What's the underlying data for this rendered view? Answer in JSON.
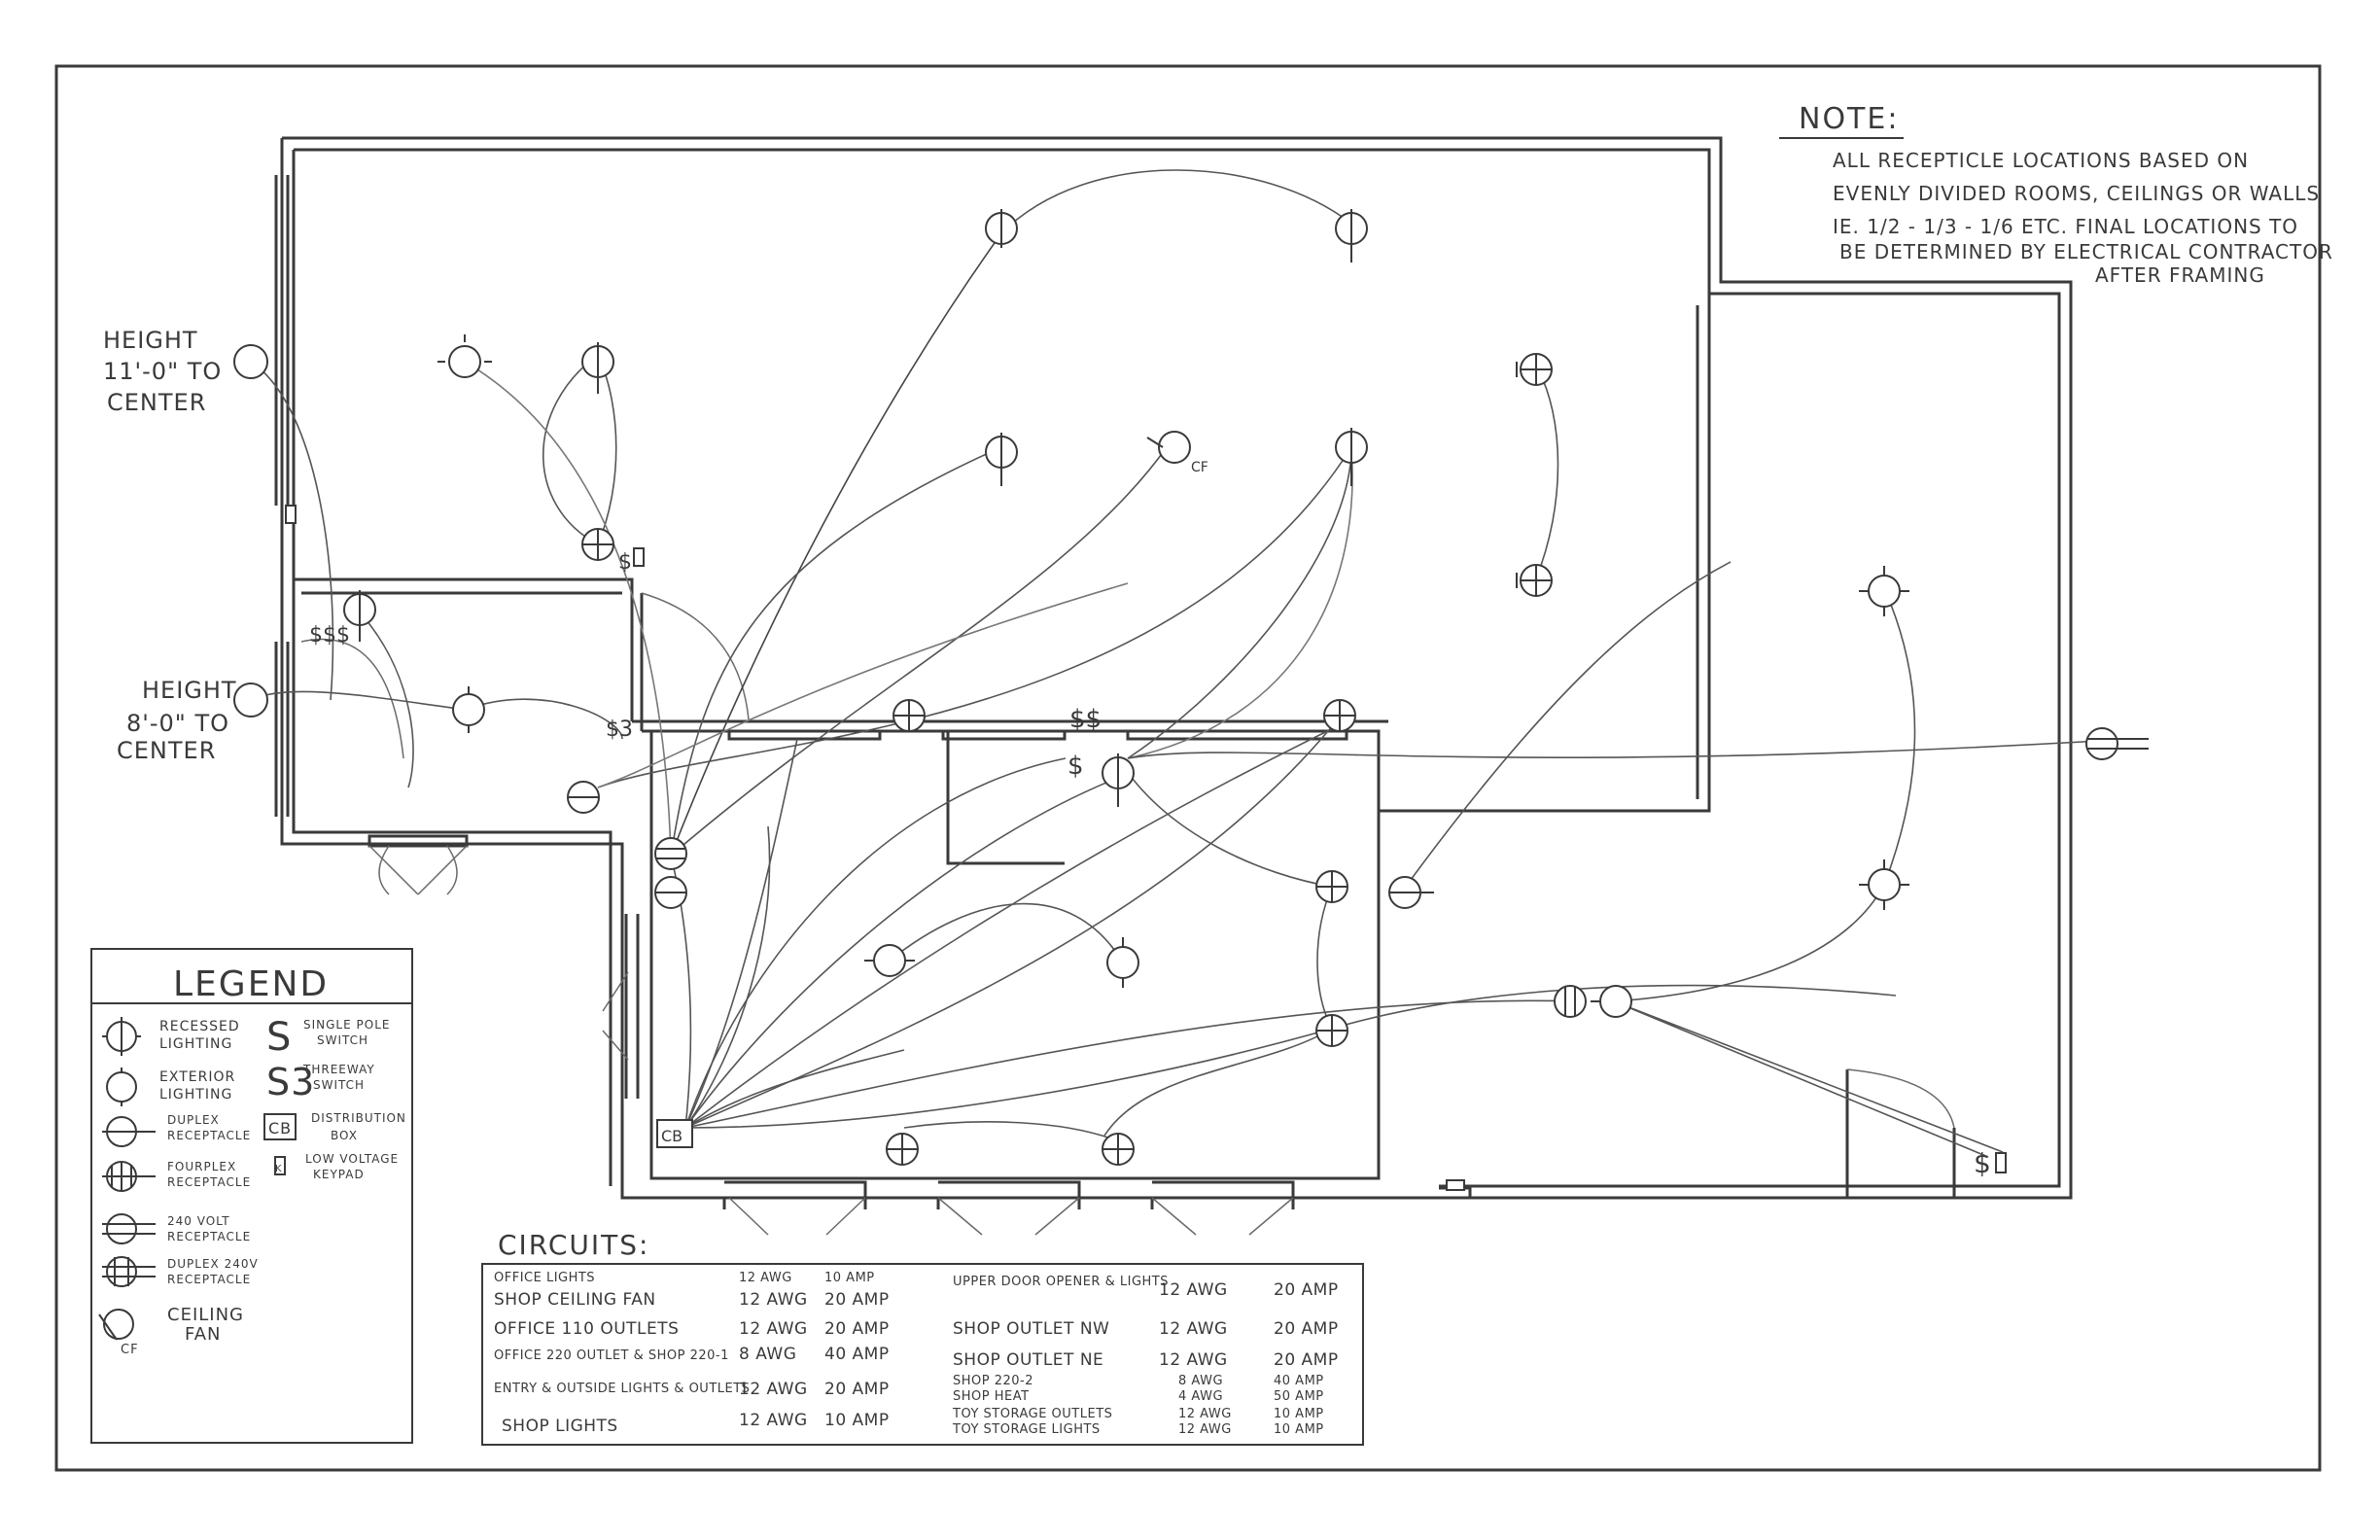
{
  "note": {
    "heading": "NOTE:",
    "lines": [
      "ALL RECEPTICLE LOCATIONS BASED ON",
      "EVENLY DIVIDED ROOMS, CEILINGS OR WALLS",
      "IE. 1/2 - 1/3 - 1/6 ETC. FINAL LOCATIONS TO",
      "BE DETERMINED BY ELECTRICAL CONTRACTOR",
      "AFTER FRAMING"
    ]
  },
  "height_labels": {
    "upper": [
      "HEIGHT",
      "11'-0\" TO",
      "CENTER"
    ],
    "lower": [
      "HEIGHT",
      "8'-0\" TO",
      "CENTER"
    ]
  },
  "plan_marks": {
    "ceiling_fan": "CF",
    "distribution_box": "CB",
    "switch_single": "$",
    "switch_double": "$$",
    "switch_triple": "$$$",
    "switch_three_way": "$3"
  },
  "legend": {
    "title": "LEGEND",
    "items": [
      {
        "icon": "recessed-lighting-icon",
        "label": [
          "RECESSED",
          "LIGHTING"
        ]
      },
      {
        "icon": "exterior-lighting-icon",
        "label": [
          "EXTERIOR",
          "LIGHTING"
        ]
      },
      {
        "icon": "duplex-receptacle-icon",
        "label": [
          "DUPLEX",
          "RECEPTACLE"
        ]
      },
      {
        "icon": "fourplex-receptacle-icon",
        "label": [
          "FOURPLEX",
          "RECEPTACLE"
        ]
      },
      {
        "icon": "240-volt-receptacle-icon",
        "label": [
          "240 VOLT",
          "RECEPTACLE"
        ]
      },
      {
        "icon": "duplex-240v-receptacle-icon",
        "label": [
          "DUPLEX 240V",
          "RECEPTACLE"
        ]
      },
      {
        "icon": "ceiling-fan-icon",
        "label": [
          "CEILING",
          "FAN"
        ]
      }
    ],
    "symbols": [
      {
        "glyph": "S",
        "label": [
          "SINGLE POLE",
          "SWITCH"
        ]
      },
      {
        "glyph": "S3",
        "label": [
          "THREEWAY",
          "SWITCH"
        ]
      },
      {
        "glyph": "CB",
        "label": [
          "DISTRIBUTION",
          "BOX"
        ]
      },
      {
        "glyph": "K",
        "label": [
          "LOW VOLTAGE",
          "KEYPAD"
        ]
      }
    ]
  },
  "circuits": {
    "title": "CIRCUITS:",
    "left": [
      {
        "name": "OFFICE LIGHTS",
        "wire": "12 AWG",
        "amp": "10 AMP"
      },
      {
        "name": "SHOP CEILING FAN",
        "wire": "12 AWG",
        "amp": "20 AMP"
      },
      {
        "name": "OFFICE 110 OUTLETS",
        "wire": "12 AWG",
        "amp": "20 AMP"
      },
      {
        "name": "OFFICE 220 OUTLET & SHOP 220-1",
        "wire": "8 AWG",
        "amp": "40 AMP"
      },
      {
        "name": "ENTRY & OUTSIDE LIGHTS & OUTLETS",
        "wire": "12 AWG",
        "amp": "20 AMP"
      },
      {
        "name": "SHOP LIGHTS",
        "wire": "12 AWG",
        "amp": "10 AMP"
      }
    ],
    "right": [
      {
        "name": "UPPER DOOR OPENER & LIGHTS",
        "wire": "12 AWG",
        "amp": "20 AMP"
      },
      {
        "name": "SHOP OUTLET NW",
        "wire": "12 AWG",
        "amp": "20 AMP"
      },
      {
        "name": "SHOP OUTLET NE",
        "wire": "12 AWG",
        "amp": "20 AMP"
      },
      {
        "name": "SHOP 220-2",
        "wire": "8 AWG",
        "amp": "40 AMP"
      },
      {
        "name": "SHOP HEAT",
        "wire": "4 AWG",
        "amp": "50 AMP"
      },
      {
        "name": "TOY STORAGE OUTLETS",
        "wire": "12 AWG",
        "amp": "10 AMP"
      },
      {
        "name": "TOY STORAGE LIGHTS",
        "wire": "12 AWG",
        "amp": "10 AMP"
      }
    ]
  },
  "colors": {
    "ink": "#3a3a3a",
    "paper": "#ffffff",
    "faint": "#8a8a8a"
  }
}
